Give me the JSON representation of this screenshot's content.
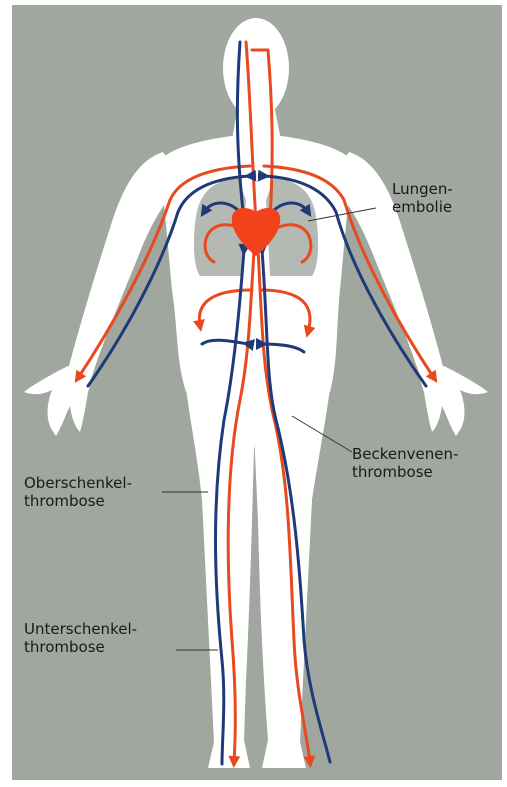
{
  "colors": {
    "background": "#9fa79e",
    "body": "#ffffff",
    "lungs": "#b5b9b3",
    "heart": "#f2421b",
    "artery": "#e8491f",
    "vein": "#1f3a78",
    "leader": "#333333"
  },
  "labels": {
    "lungenembolie": {
      "line1": "Lungen-",
      "line2": "embolie"
    },
    "beckenvenen": {
      "line1": "Beckenvenen-",
      "line2": "thrombose"
    },
    "oberschenkel": {
      "line1": "Oberschenkel-",
      "line2": "thrombose"
    },
    "unterschenkel": {
      "line1": "Unterschenkel-",
      "line2": "thrombose"
    }
  }
}
